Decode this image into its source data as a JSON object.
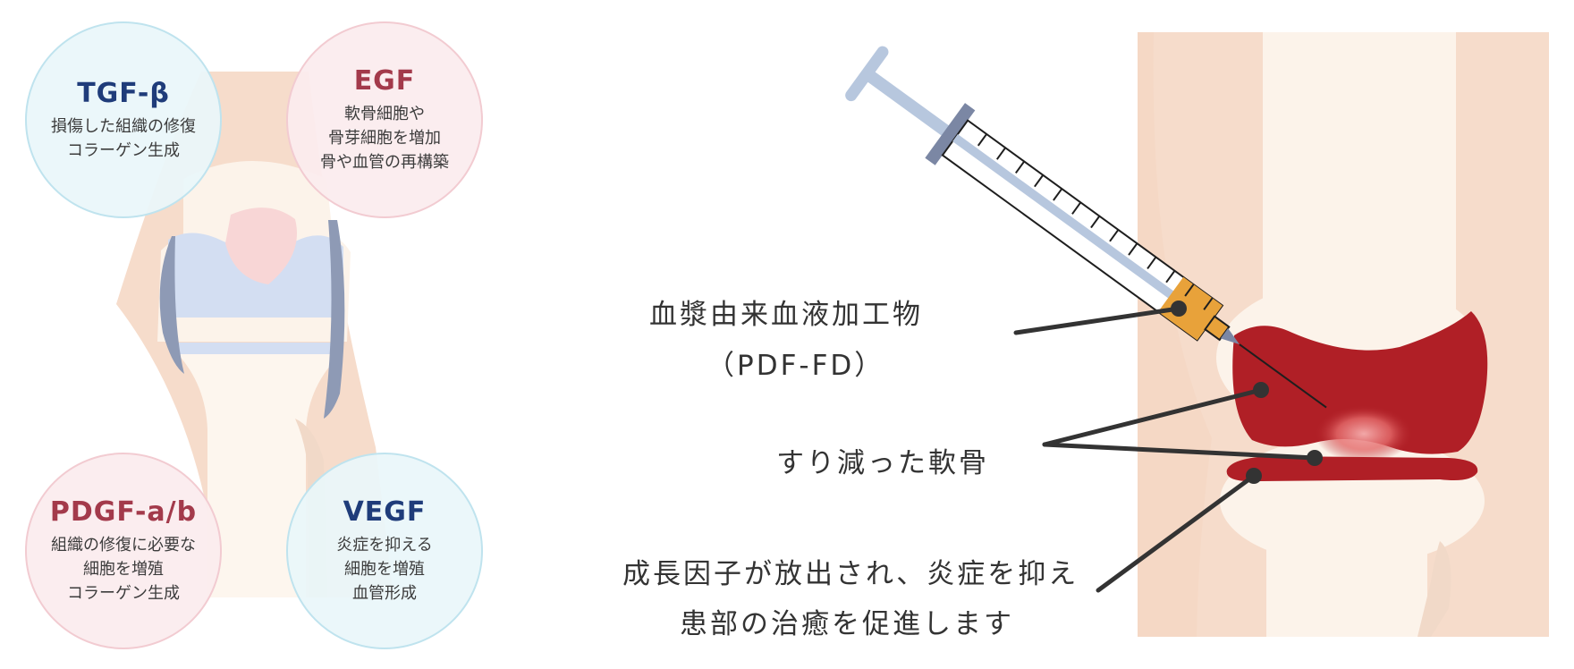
{
  "colors": {
    "navy": "#1f3c7a",
    "wine": "#a33a4b",
    "skin": "#f5dbc9",
    "bone": "#fdf5ec",
    "cartilage_blue": "#cfdcf0",
    "meniscus": "#8e9ab5",
    "damaged_cartilage": "#b01f26",
    "syringe_fluid": "#e8a23a"
  },
  "factors": [
    {
      "name": "TGF-β",
      "lines": [
        "損傷した組織の修復",
        "コラーゲン生成"
      ],
      "style": "blue"
    },
    {
      "name": "EGF",
      "lines": [
        "軟骨細胞や",
        "骨芽細胞を増加",
        "骨や血管の再構築"
      ],
      "style": "pink"
    },
    {
      "name": "PDGF-a/b",
      "lines": [
        "組織の修復に必要な",
        "細胞を増殖",
        "コラーゲン生成"
      ],
      "style": "pink"
    },
    {
      "name": "VEGF",
      "lines": [
        "炎症を抑える",
        "細胞を増殖",
        "血管形成"
      ],
      "style": "blue"
    }
  ],
  "labels": {
    "injection_name": "血漿由来血液加工物",
    "injection_abbr": "（PDF-FD）",
    "worn_cartilage": "すり減った軟骨",
    "effect_line1": "成長因子が放出され、炎症を抑え",
    "effect_line2": "患部の治癒を促進します"
  },
  "icons": {
    "left_knee": "knee-anatomy-illustration",
    "right_knee": "knee-cross-section-illustration",
    "syringe": "syringe-icon"
  }
}
